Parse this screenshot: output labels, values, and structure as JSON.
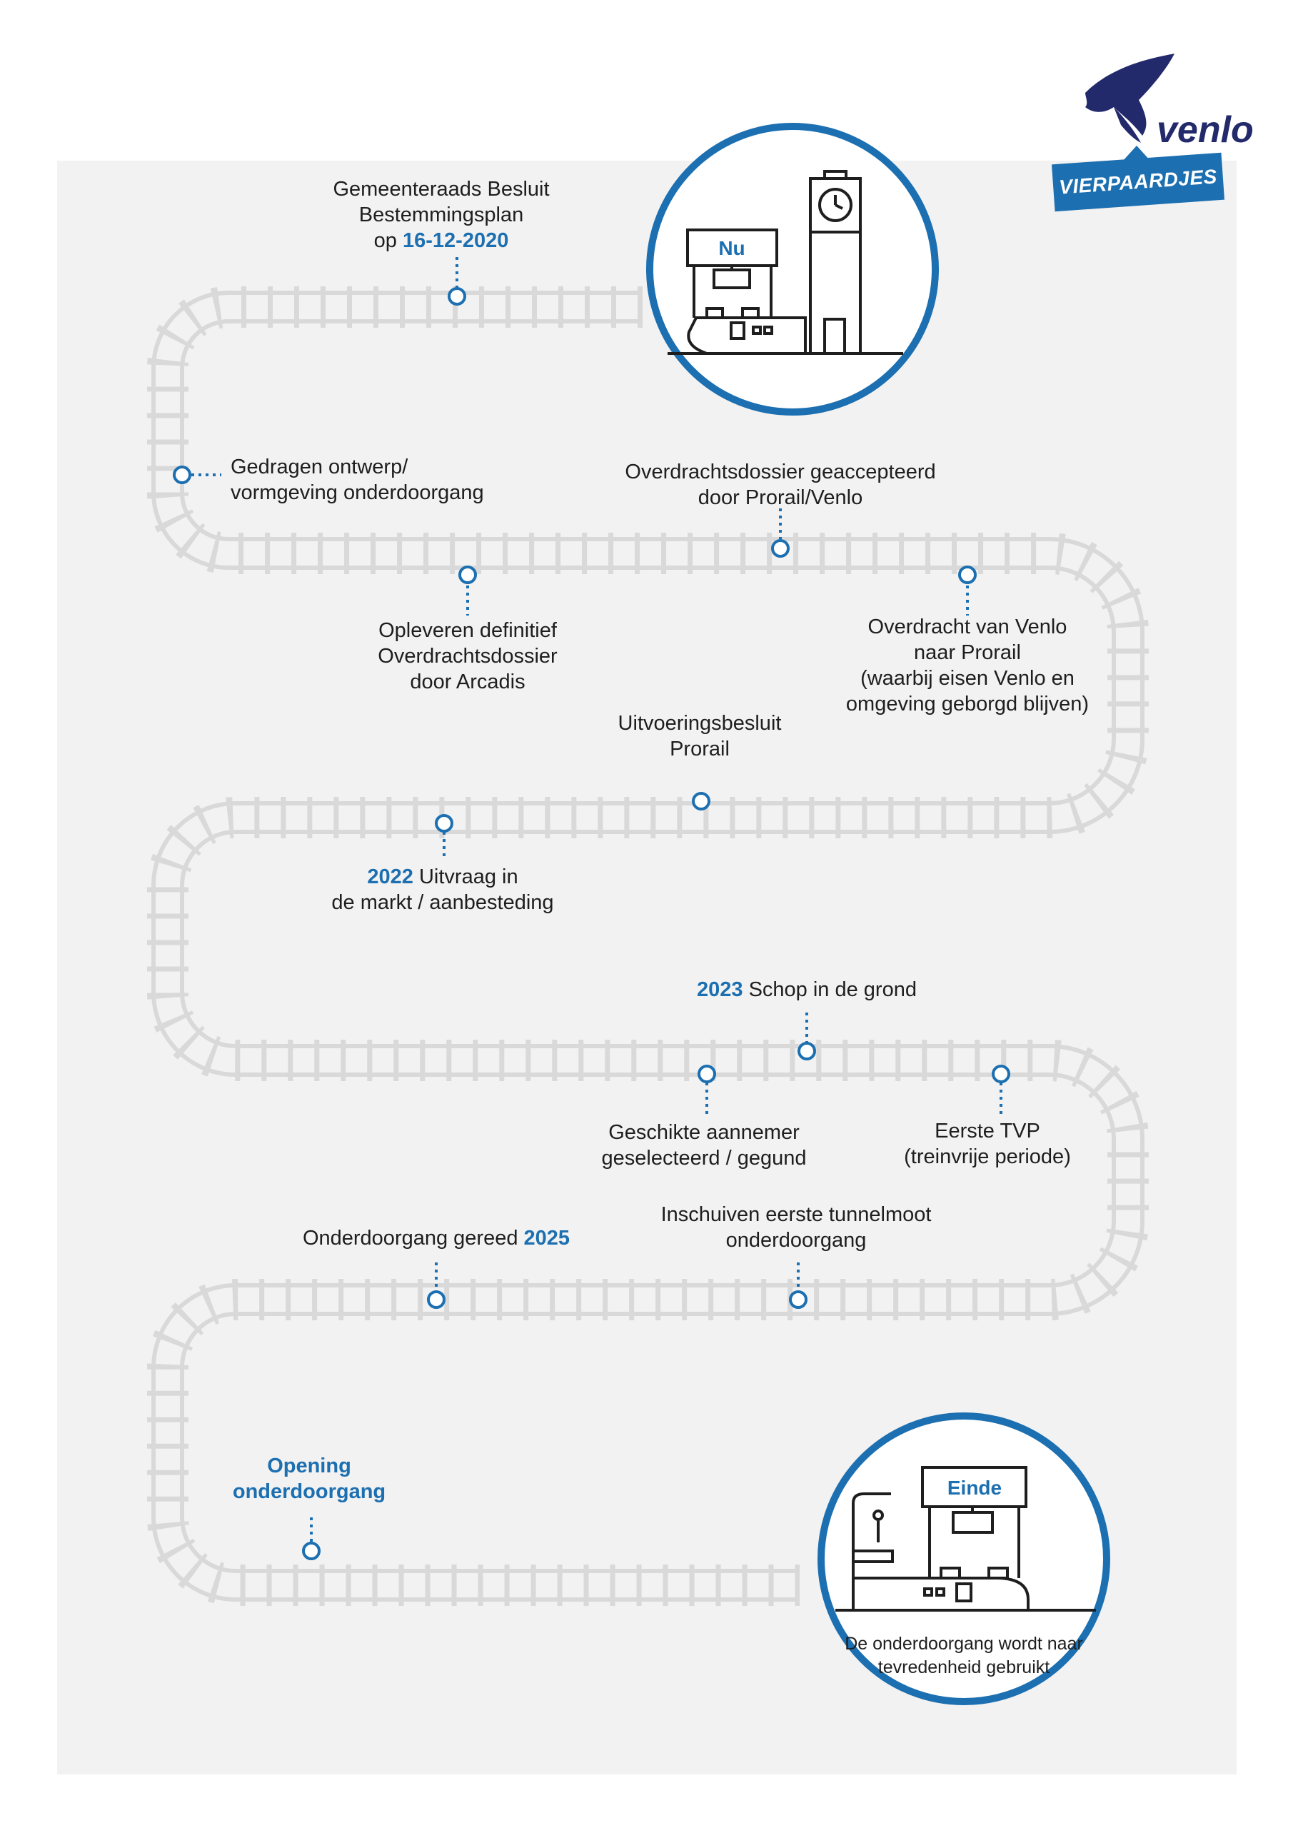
{
  "brand": {
    "logo_text": "venlo",
    "badge": "VIERPAARDJES",
    "color_primary": "#1c6fb0",
    "color_navy": "#232a6b"
  },
  "start": {
    "sign": "Nu"
  },
  "end": {
    "sign": "Einde",
    "caption": "De onderdoorgang wordt naar tevredenheid gebruikt"
  },
  "milestones": [
    {
      "id": "m1",
      "lines": [
        "Gemeenteraads Besluit",
        "Bestemmingsplan"
      ],
      "line3_prefix": "op ",
      "line3_highlight": "16-12-2020"
    },
    {
      "id": "m2",
      "lines": [
        "Gedragen ontwerp/",
        "vormgeving onderdoorgang"
      ]
    },
    {
      "id": "m3",
      "lines": [
        "Overdrachtsdossier geaccepteerd",
        "door Prorail/Venlo"
      ]
    },
    {
      "id": "m4",
      "lines": [
        "Opleveren definitief",
        "Overdrachtsdossier",
        "door Arcadis"
      ]
    },
    {
      "id": "m5",
      "lines": [
        "Overdracht van Venlo",
        "naar Prorail",
        "(waarbij eisen Venlo en",
        "omgeving geborgd blijven)"
      ]
    },
    {
      "id": "m6",
      "lines": [
        "Uitvoeringsbesluit",
        "Prorail"
      ]
    },
    {
      "id": "m7",
      "highlight": "2022",
      "rest": " Uitvraag in",
      "line2": "de markt / aanbesteding"
    },
    {
      "id": "m8",
      "highlight": "2023",
      "rest": " Schop in de grond"
    },
    {
      "id": "m9",
      "lines": [
        "Geschikte aannemer",
        "geselecteerd / gegund"
      ]
    },
    {
      "id": "m10",
      "lines": [
        "Eerste TVP",
        "(treinvrije periode)"
      ]
    },
    {
      "id": "m11",
      "text": "Onderdoorgang gereed ",
      "highlight": "2025"
    },
    {
      "id": "m12",
      "lines": [
        "Inschuiven eerste tunnelmoot",
        "onderdoorgang"
      ]
    },
    {
      "id": "m13",
      "lines": [
        "Opening",
        "onderdoorgang"
      ]
    }
  ]
}
